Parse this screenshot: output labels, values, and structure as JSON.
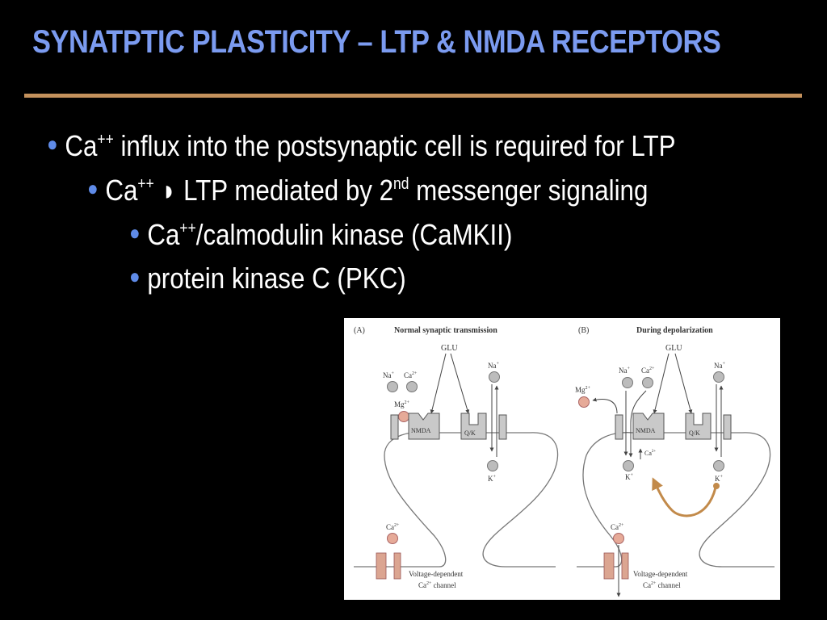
{
  "slide": {
    "title": "SYNATPTIC PLASTICITY – LTP & NMDA RECEPTORS",
    "bullets": [
      {
        "level": 1,
        "parts": [
          "Ca",
          "++",
          " influx into the postsynaptic cell is required for LTP"
        ]
      },
      {
        "level": 2,
        "parts": [
          "Ca",
          "++",
          " ◗ LTP mediated by 2",
          "nd",
          " messenger signaling"
        ]
      },
      {
        "level": 3,
        "parts": [
          "Ca",
          "++",
          "/calmodulin kinase (CaMKII)"
        ]
      },
      {
        "level": 3,
        "parts": [
          "protein kinase C (PKC)"
        ]
      }
    ],
    "bullet_color": "#5f8be8",
    "title_color": "#7b9bf0",
    "rule_color": "#c4915c"
  },
  "figure": {
    "panel_a": {
      "label": "(A)",
      "title": "Normal synaptic transmission",
      "glu": "GLU",
      "na": "Na",
      "na_sup": "+",
      "ca": "Ca",
      "ca_sup": "2+",
      "mg": "Mg",
      "mg_sup": "2+",
      "nmda": "NMDA",
      "qk": "Q/K",
      "k": "K",
      "k_sup": "+",
      "ca_bottom": "Ca",
      "ca_bottom_sup": "2+",
      "channel_line1": "Voltage-dependent",
      "channel_line2_a": "Ca",
      "channel_line2_sup": "2+",
      "channel_line2_b": " channel"
    },
    "panel_b": {
      "label": "(B)",
      "title": "During depolarization",
      "glu": "GLU",
      "na": "Na",
      "na_sup": "+",
      "ca": "Ca",
      "ca_sup": "2+",
      "mg": "Mg",
      "mg_sup": "2+",
      "nmda": "NMDA",
      "qk": "Q/K",
      "k": "K",
      "k_sup": "+",
      "ca_inner": "Ca",
      "ca_inner_sup": "2+",
      "k2": "K",
      "k2_sup": "+",
      "ca_bottom": "Ca",
      "ca_bottom_sup": "2+",
      "channel_line1": "Voltage-dependent",
      "channel_line2_a": "Ca",
      "channel_line2_sup": "2+",
      "channel_line2_b": " channel"
    },
    "colors": {
      "ion_grey": "#bcbcbc",
      "ion_pink": "#e6aa98",
      "channel_pink": "#dba591",
      "arrow_tan": "#c28a4a"
    }
  }
}
